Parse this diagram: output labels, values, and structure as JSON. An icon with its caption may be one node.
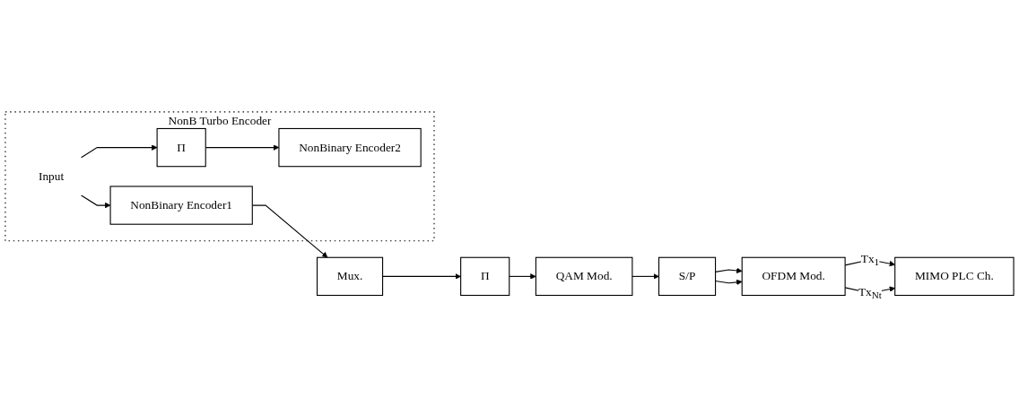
{
  "diagram": {
    "nodes": [
      {
        "text": [
          "NonB Turbo Encoder"
        ]
      },
      {
        "text": [
          "Input"
        ],
        "in": 0
      },
      {
        "text": [
          "NonBinary Encoder1"
        ],
        "in": 0
      },
      {
        "text": [
          "Π"
        ],
        "in": 0
      },
      {
        "text": [
          "NonBinary Encoder2"
        ],
        "in": 0
      },
      {
        "text": [
          "Mux."
        ]
      },
      {
        "text": [
          "Π"
        ]
      },
      {
        "text": [
          "QAM Mod."
        ]
      },
      {
        "text": [
          "S/P"
        ]
      },
      {
        "text": [
          "OFDM Mod."
        ]
      },
      {
        "text": [
          "MIMO PLC Ch."
        ]
      }
    ],
    "edges": [
      {
        "from": 1,
        "to": 2,
        "arrow": "to"
      },
      {
        "from": 1,
        "to": 3,
        "arrow": "to"
      },
      {
        "from": 3,
        "to": 4,
        "arrow": "to"
      },
      {
        "from": 2,
        "to": 5,
        "arrow": "to"
      },
      {
        "from": 5,
        "to": 6,
        "arrow": "to"
      },
      {
        "from": 6,
        "to": 7,
        "arrow": "to"
      },
      {
        "from": 7,
        "to": 8,
        "arrow": "to"
      },
      {
        "from": 8,
        "to": 9,
        "arrow": "to"
      },
      {
        "from": 8,
        "to": 9,
        "arrow": "to"
      },
      {
        "from": 9,
        "to": 10,
        "label": "Tx$_{1}$",
        "arrow": "to"
      },
      {
        "from": 9,
        "to": 10,
        "label": "Tx$_{Nt}$",
        "arrow": "to"
      }
    ]
  }
}
